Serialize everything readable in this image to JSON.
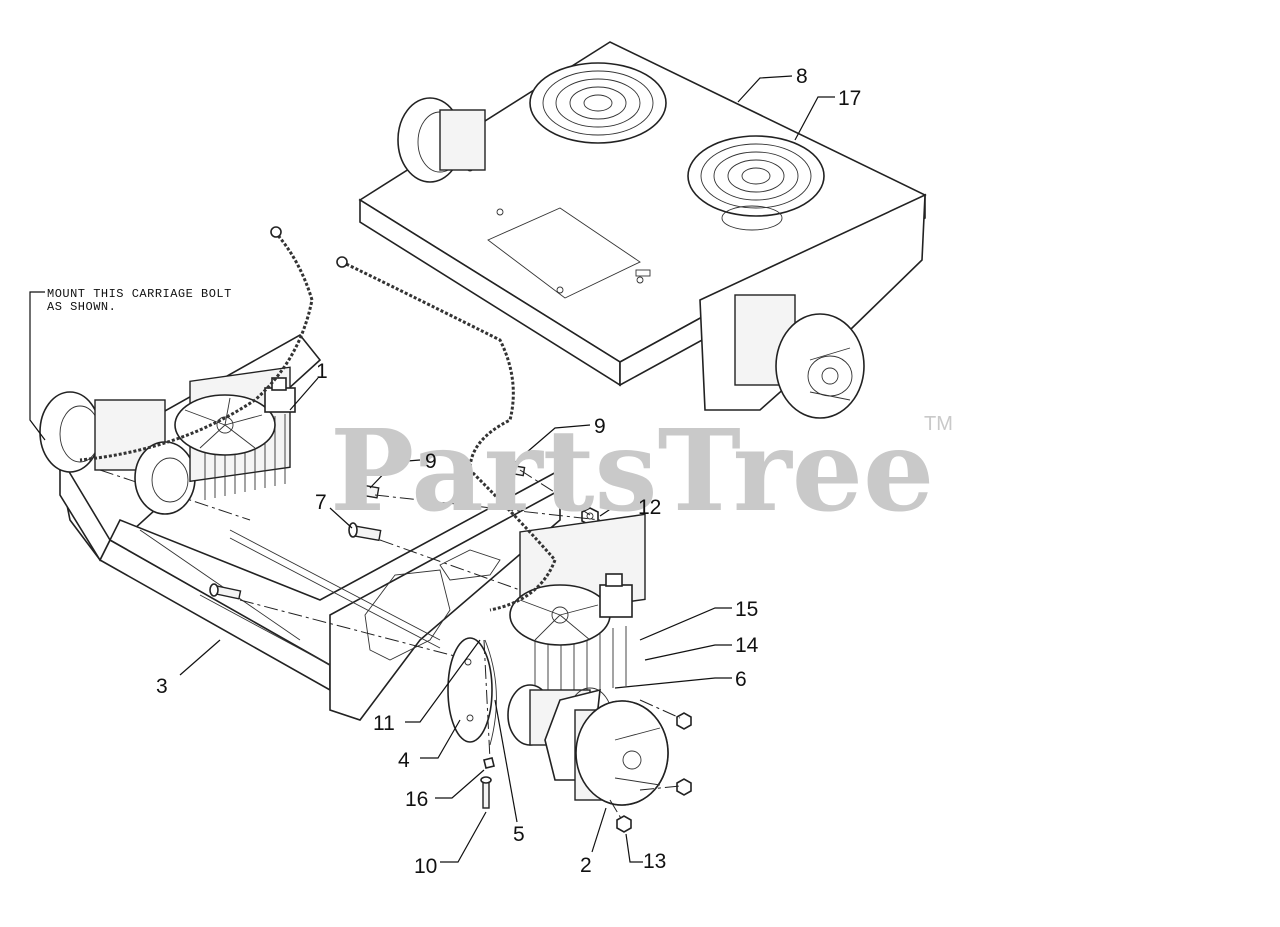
{
  "watermark": {
    "text": "PartsTree",
    "trademark": "TM"
  },
  "note": {
    "line1": "MOUNT THIS CARRIAGE BOLT",
    "line2": "AS SHOWN."
  },
  "callouts": {
    "c1": "1",
    "c2": "2",
    "c3": "3",
    "c4": "4",
    "c5": "5",
    "c6": "6",
    "c7": "7",
    "c8": "8",
    "c9a": "9",
    "c9b": "9",
    "c10": "10",
    "c11": "11",
    "c12": "12",
    "c13": "13",
    "c14": "14",
    "c15": "15",
    "c16": "16",
    "c17": "17"
  },
  "colors": {
    "line": "#111111",
    "watermark": "#c9c9c9",
    "background": "#ffffff"
  }
}
